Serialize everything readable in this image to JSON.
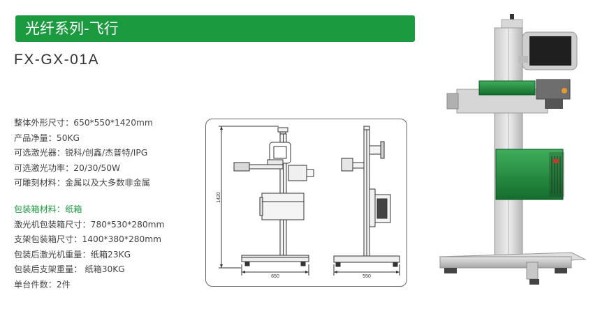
{
  "banner": {
    "title": "光纤系列-飞行"
  },
  "model": "FX-GX-01A",
  "specs": [
    "整体外形尺寸：650*550*1420mm",
    "产品净量：50KG",
    "可选激光器：锐科/创鑫/杰普特/IPG",
    "可选激光功率：20/30/50W",
    "可雕刻材料：金属以及大多数非金属"
  ],
  "packaging": {
    "heading": "包装箱材料：纸箱",
    "rows": [
      "激光机包装箱尺寸：780*530*280mm",
      "支架包装箱尺寸：1400*380*280mm",
      "包装后激光机重量：纸箱23KG",
      "包装后支架重量： 纸箱30KG",
      "单台件数：2件"
    ]
  },
  "drawing": {
    "dim_height": "1420",
    "dim_front_width": "650",
    "dim_side_width": "550"
  },
  "colors": {
    "accent": "#1b9a3f"
  }
}
